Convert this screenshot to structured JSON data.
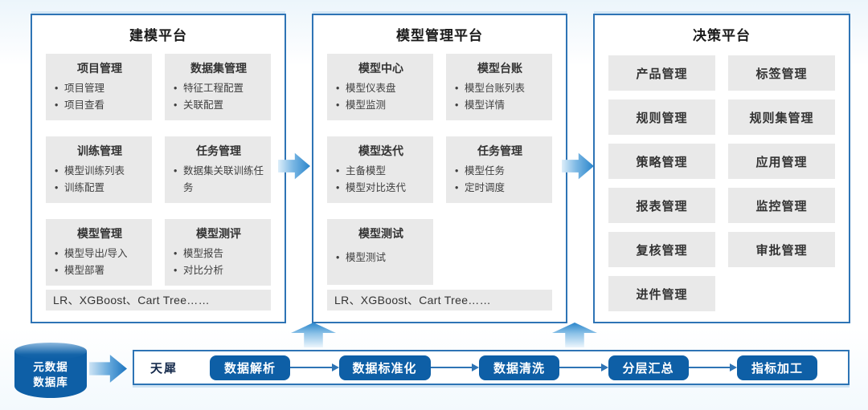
{
  "colors": {
    "panel_border": "#2E74B5",
    "card_bg": "#E9E9E9",
    "pill_blue": "#0E5FA6",
    "arrow_blue": "#2A85CB"
  },
  "panels": [
    {
      "title": "建模平台",
      "cards": [
        {
          "title": "项目管理",
          "bullets": [
            "项目管理",
            "项目查看"
          ]
        },
        {
          "title": "数据集管理",
          "bullets": [
            "特征工程配置",
            "关联配置"
          ]
        },
        {
          "title": "训练管理",
          "bullets": [
            "模型训练列表",
            "训练配置"
          ]
        },
        {
          "title": "任务管理",
          "bullets": [
            "数据集关联训练任务"
          ]
        },
        {
          "title": "模型管理",
          "bullets": [
            "模型导出/导入",
            "模型部署"
          ]
        },
        {
          "title": "模型测评",
          "bullets": [
            "模型报告",
            "对比分析"
          ]
        }
      ],
      "footer": "LR、XGBoost、Cart Tree……"
    },
    {
      "title": "模型管理平台",
      "cards": [
        {
          "title": "模型中心",
          "bullets": [
            "模型仪表盘",
            "模型监测"
          ]
        },
        {
          "title": "模型台账",
          "bullets": [
            "模型台账列表",
            "模型详情"
          ]
        },
        {
          "title": "模型迭代",
          "bullets": [
            "主备模型",
            "模型对比迭代"
          ]
        },
        {
          "title": "任务管理",
          "bullets": [
            "模型任务",
            "定时调度"
          ]
        },
        {
          "title": "模型测试",
          "bullets": [
            "模型测试"
          ]
        }
      ],
      "footer": "LR、XGBoost、Cart Tree……"
    },
    {
      "title": "决策平台",
      "items": [
        "产品管理",
        "标签管理",
        "规则管理",
        "规则集管理",
        "策略管理",
        "应用管理",
        "报表管理",
        "监控管理",
        "复核管理",
        "审批管理",
        "进件管理"
      ]
    }
  ],
  "pipeline": {
    "database": {
      "line1": "元数据",
      "line2": "数据库"
    },
    "engine_label": "天犀",
    "steps": [
      "数据解析",
      "数据标准化",
      "数据清洗",
      "分层汇总",
      "指标加工"
    ]
  }
}
